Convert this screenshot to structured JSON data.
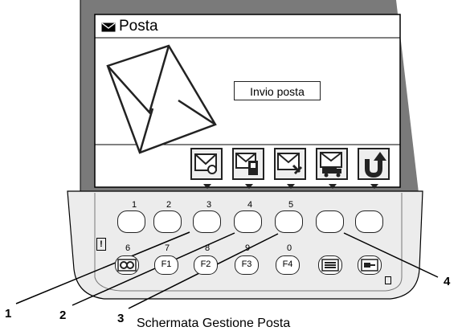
{
  "screen": {
    "title": "Posta",
    "title_icon": "envelope-icon",
    "message": "Invio posta"
  },
  "softkeys": [
    {
      "icon": "read-mail-icon"
    },
    {
      "icon": "mail-to-printer-icon"
    },
    {
      "icon": "mail-settings-icon"
    },
    {
      "icon": "mail-send-truck-icon"
    },
    {
      "icon": "back-arrow-icon"
    }
  ],
  "keypad": {
    "number_row": [
      "1",
      "2",
      "3",
      "4",
      "5"
    ],
    "function_row_numbers": [
      "6",
      "7",
      "8",
      "9",
      "0"
    ],
    "function_keys": [
      "F1",
      "F2",
      "F3",
      "F4"
    ],
    "alert_mark": "!",
    "extra_key_icons": [
      "infinity-icon",
      "menu-list-icon",
      "fax-icon"
    ]
  },
  "callouts": [
    "1",
    "2",
    "3",
    "4"
  ],
  "caption": "Schermata Gestione Posta"
}
